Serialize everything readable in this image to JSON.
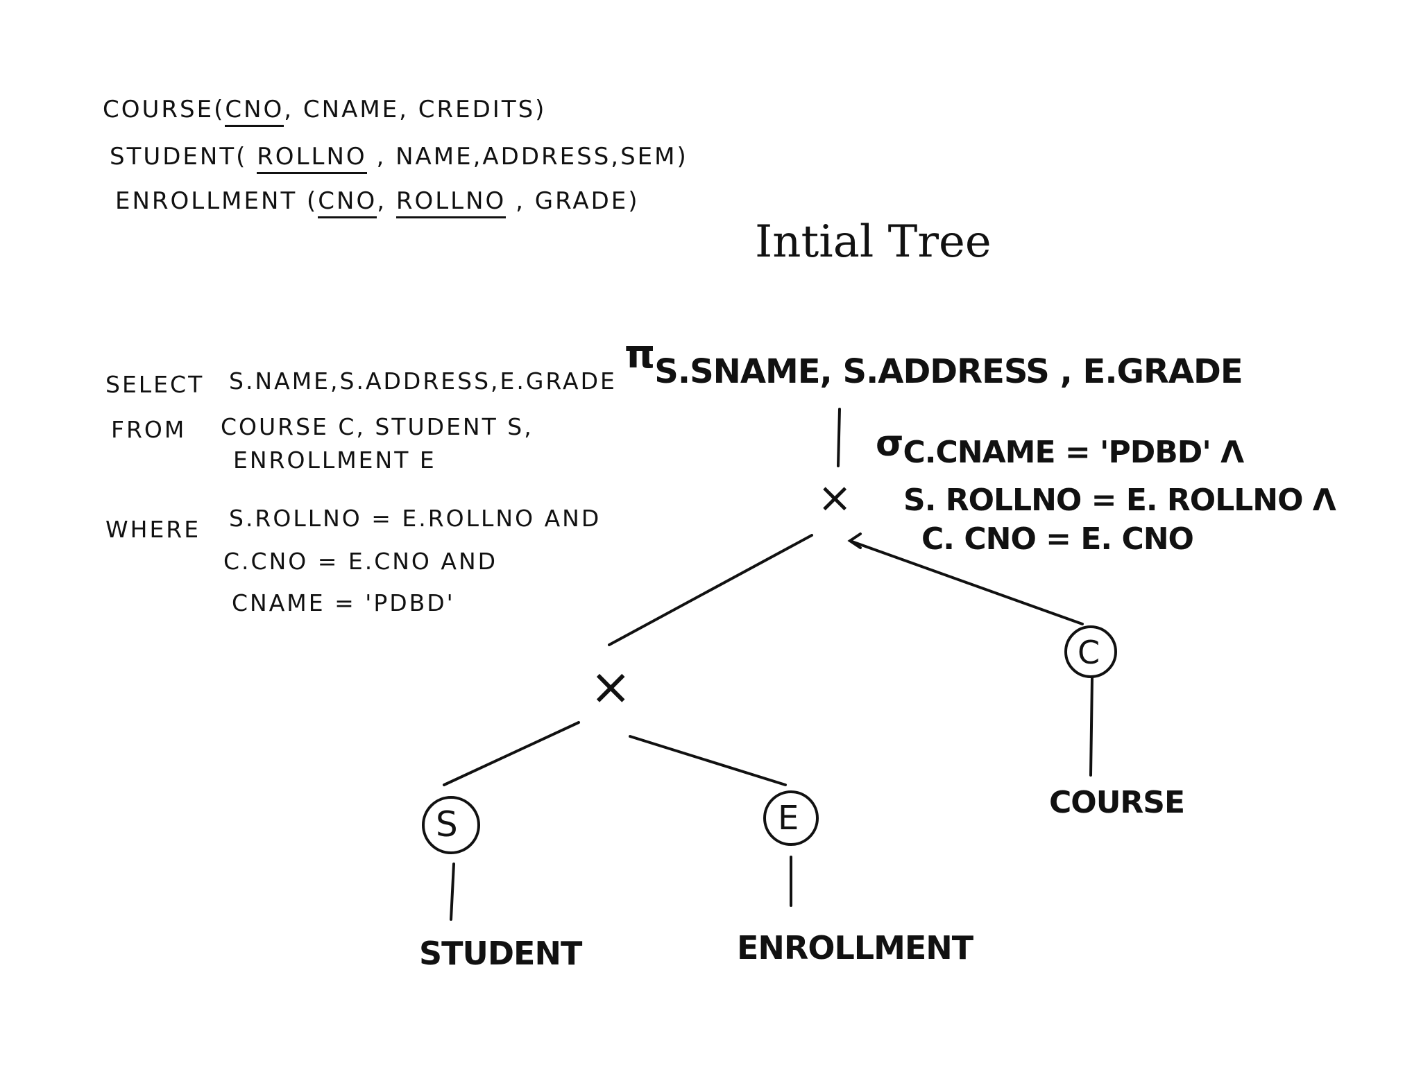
{
  "schema": {
    "course": {
      "prefix": "COURSE(",
      "key": "CNO",
      "rest": ", CNAME, CREDITS)"
    },
    "student": {
      "prefix": "STUDENT( ",
      "key": "ROLLNO",
      "rest": " , NAME,ADDRESS,SEM)"
    },
    "enrollment": {
      "prefix": "ENROLLMENT (",
      "key1": "CNO",
      "sep": ", ",
      "key2": "ROLLNO",
      "rest": " , GRADE)"
    }
  },
  "query": {
    "select_kw": "SELECT",
    "select_cols": "S.NAME,S.ADDRESS,E.GRADE",
    "from_kw": "FROM",
    "from_1": "COURSE C, STUDENT S,",
    "from_2": "ENROLLMENT E",
    "where_kw": "WHERE",
    "where_1": "S.ROLLNO = E.ROLLNO  AND",
    "where_2": "C.CNO = E.CNO  AND",
    "where_3": "CNAME = 'PDBD'"
  },
  "title": "Intial Tree",
  "tree": {
    "projection_symbol": "π",
    "projection_attrs": "S.SNAME, S.ADDRESS , E.GRADE",
    "selection_symbol": "σ",
    "selection_line1": "C.CNAME = 'PDBD' Λ",
    "selection_line2": "S. ROLLNO = E. ROLLNO Λ",
    "selection_line3": "C. CNO  =  E. CNO",
    "cross_symbol": "×",
    "node_s": "S",
    "node_e": "E",
    "node_c": "C",
    "table_student": "STUDENT",
    "table_enrollment": "ENROLLMENT",
    "table_course": "COURSE"
  }
}
